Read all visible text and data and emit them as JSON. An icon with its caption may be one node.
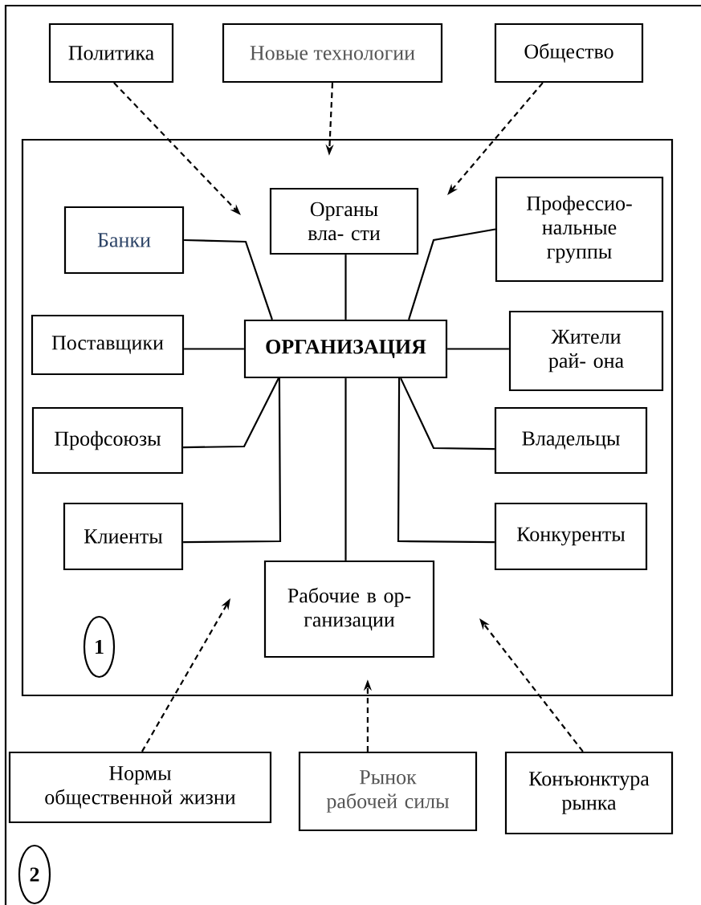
{
  "diagram": {
    "nodes": [
      {
        "text": [],
        "shape": "box"
      },
      {
        "text": [
          "Политика"
        ],
        "in": 0
      },
      {
        "text": [
          "Новые технологии"
        ],
        "in": 0
      },
      {
        "text": [
          "Общество"
        ],
        "in": 0
      },
      {
        "text": [],
        "shape": "box",
        "in": 0
      },
      {
        "text": [
          "Органы вла- сти"
        ],
        "in": 4
      },
      {
        "text": [
          "Банки"
        ],
        "in": 4
      },
      {
        "text": [
          "Профессио- нальные группы"
        ],
        "in": 4
      },
      {
        "text": [
          "Поставщики"
        ],
        "in": 4
      },
      {
        "text": [
          "ОРГАНИЗАЦИЯ"
        ],
        "in": 4
      },
      {
        "text": [
          "Жители рай- она"
        ],
        "in": 4
      },
      {
        "text": [
          "Профсоюзы"
        ],
        "in": 4
      },
      {
        "text": [
          "Владельцы"
        ],
        "in": 4
      },
      {
        "text": [
          "Клиенты"
        ],
        "in": 4
      },
      {
        "text": [
          "Конкуренты"
        ],
        "in": 4
      },
      {
        "text": [
          "Рабочие в ор- ганизации"
        ],
        "in": 4
      },
      {
        "text": [
          "1"
        ],
        "in": 4
      },
      {
        "text": [
          "Нормы общественной жизни"
        ],
        "in": 0
      },
      {
        "text": [
          "Рынок рабочей силы"
        ],
        "in": 0
      },
      {
        "text": [
          "Конъюнктура рынка"
        ],
        "in": 0
      },
      {
        "text": [
          "2"
        ],
        "in": 0
      }
    ],
    "edges": [
      {
        "from": 1,
        "to": null,
        "arrow": "to",
        "style": "dashed"
      },
      {
        "from": 2,
        "to": 4,
        "arrow": "to",
        "style": "dashed"
      },
      {
        "from": 3,
        "to": null,
        "arrow": "to",
        "style": "dashed"
      },
      {
        "from": 9,
        "to": 6,
        "arrow": "none"
      },
      {
        "from": 9,
        "to": 5,
        "arrow": "none"
      },
      {
        "from": 9,
        "to": 7,
        "arrow": "none"
      },
      {
        "from": 9,
        "to": 8,
        "arrow": "none"
      },
      {
        "from": 9,
        "to": 10,
        "arrow": "none"
      },
      {
        "from": 9,
        "to": 11,
        "arrow": "none"
      },
      {
        "from": 9,
        "to": 12,
        "arrow": "none"
      },
      {
        "from": 9,
        "to": 13,
        "arrow": "none"
      },
      {
        "from": 9,
        "to": 14,
        "arrow": "none"
      },
      {
        "from": 9,
        "to": 15,
        "arrow": "none"
      },
      {
        "from": 17,
        "to": null,
        "arrow": "to",
        "style": "dashed"
      },
      {
        "from": 18,
        "to": 4,
        "arrow": "to",
        "style": "dashed"
      },
      {
        "from": 19,
        "to": null,
        "arrow": "to",
        "style": "dashed"
      }
    ]
  }
}
